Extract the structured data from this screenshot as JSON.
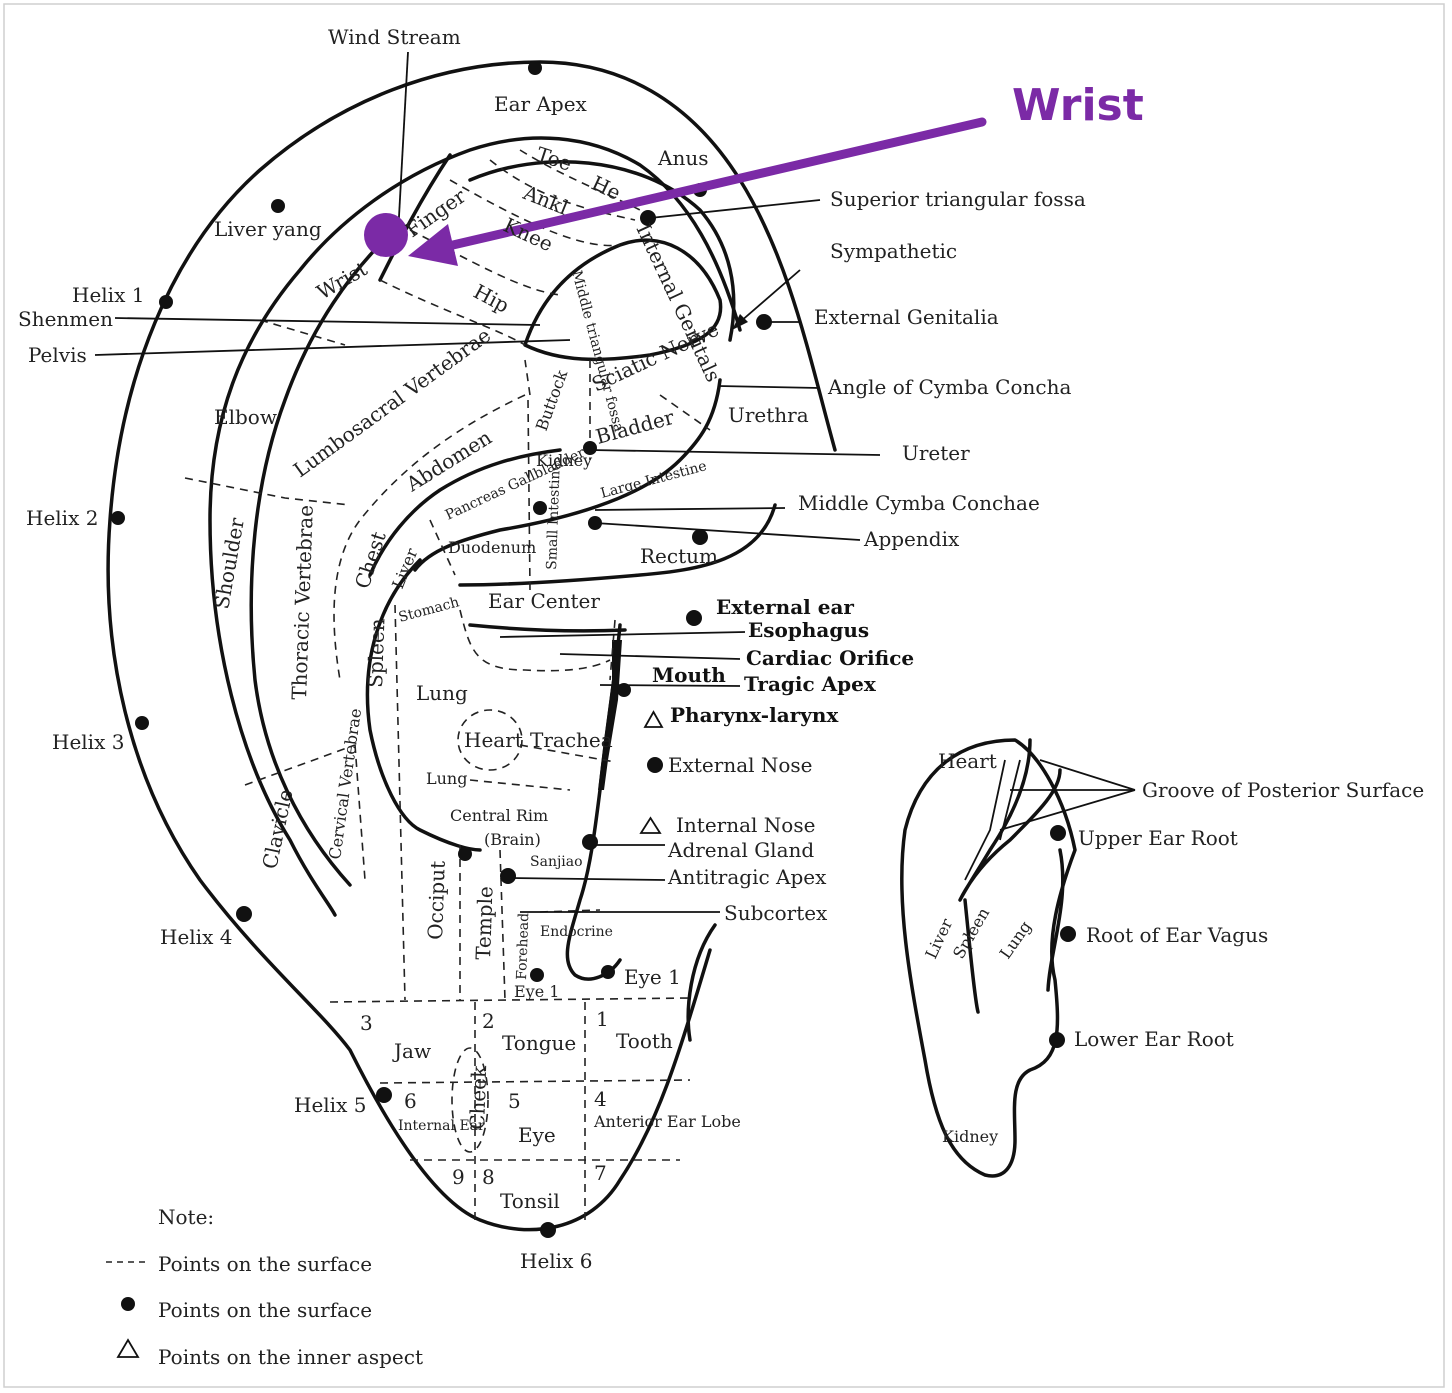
{
  "annotation": {
    "label": "Wrist",
    "color": "#7b2aa6"
  },
  "labels": {
    "wind_stream": "Wind Stream",
    "ear_apex": "Ear Apex",
    "toe": "Toe",
    "heel": "He",
    "ankle": "Ankl",
    "finger": "Finger",
    "liver_yang": "Liver yang",
    "knee": "Knee",
    "anus": "Anus",
    "superior_triangular_fossa": "Superior triangular fossa",
    "sympathetic": "Sympathetic",
    "internal_genitals": "Internal Genitals",
    "middle_triangular_fossa": "Middle triangular fossa",
    "wrist": "Wrist",
    "hip": "Hip",
    "helix1": "Helix 1",
    "shenmen": "Shenmen",
    "pelvis": "Pelvis",
    "external_genitalia": "External Genitalia",
    "sciatic_nerve": "Sciatic Nerve",
    "angle_cymba": "Angle of Cymba Concha",
    "lumbosacral": "Lumbosacral Vertebrae",
    "buttock": "Buttock",
    "elbow": "Elbow",
    "urethra": "Urethra",
    "bladder": "Bladder",
    "ureter": "Ureter",
    "abdomen": "Abdomen",
    "kidney": "Kidney",
    "large_intestine": "Large Intestine",
    "pancreas_gallbladder": "Pancreas Gallbladder",
    "middle_cymba": "Middle Cymba Conchae",
    "helix2": "Helix 2",
    "shoulder": "Shoulder",
    "thoracic": "Thoracic Vertebrae",
    "chest": "Chest",
    "liver": "Liver",
    "duodenum": "Duodenum",
    "small_intestine": "Small Intestine",
    "appendix": "Appendix",
    "rectum": "Rectum",
    "stomach": "Stomach",
    "ear_center": "Ear Center",
    "external_ear": "External ear",
    "esophagus": "Esophagus",
    "spleen": "Spleen",
    "cardiac_orifice": "Cardiac Orifice",
    "mouth": "Mouth",
    "tragic_apex": "Tragic Apex",
    "lung": "Lung",
    "helix3": "Helix 3",
    "pharynx": "Pharynx-larynx",
    "heart": "Heart",
    "trachea": "Trachea",
    "external_nose": "External Nose",
    "lung2": "Lung",
    "clavicle": "Clavicle",
    "cervical": "Cervical Vertebrae",
    "central_rim": "Central Rim",
    "brain": "(Brain)",
    "internal_nose": "Internal Nose",
    "adrenal": "Adrenal Gland",
    "sanjiao": "Sanjiao",
    "antitragic": "Antitragic Apex",
    "occiput": "Occiput",
    "temple": "Temple",
    "forehead": "Forehead",
    "subcortex": "Subcortex",
    "endocrine": "Endocrine",
    "helix4": "Helix 4",
    "eye1a": "Eye 1",
    "eye1b": "Eye 1",
    "n3": "3",
    "n2": "2",
    "n1": "1",
    "jaw": "Jaw",
    "tongue": "Tongue",
    "tooth": "Tooth",
    "cheek": "Cheek",
    "helix5": "Helix 5",
    "n6": "6",
    "n5": "5",
    "n4": "4",
    "internal_ear": "Internal Ear",
    "eye": "Eye",
    "anterior_ear_lobe": "Anterior Ear Lobe",
    "n9": "9",
    "n8": "8",
    "n7": "7",
    "tonsil": "Tonsil",
    "helix6": "Helix 6"
  },
  "posterior": {
    "heart": "Heart",
    "groove": "Groove of Posterior Surface",
    "upper_root": "Upper Ear Root",
    "liver": "Liver",
    "spleen": "Spleen",
    "lung": "Lung",
    "vagus": "Root of Ear Vagus",
    "lower_root": "Lower Ear Root",
    "kidney": "Kidney"
  },
  "legend": {
    "title": "Note:",
    "dashed": "Points on the surface",
    "dot": "Points on the surface",
    "triangle": "Points on the inner aspect"
  }
}
